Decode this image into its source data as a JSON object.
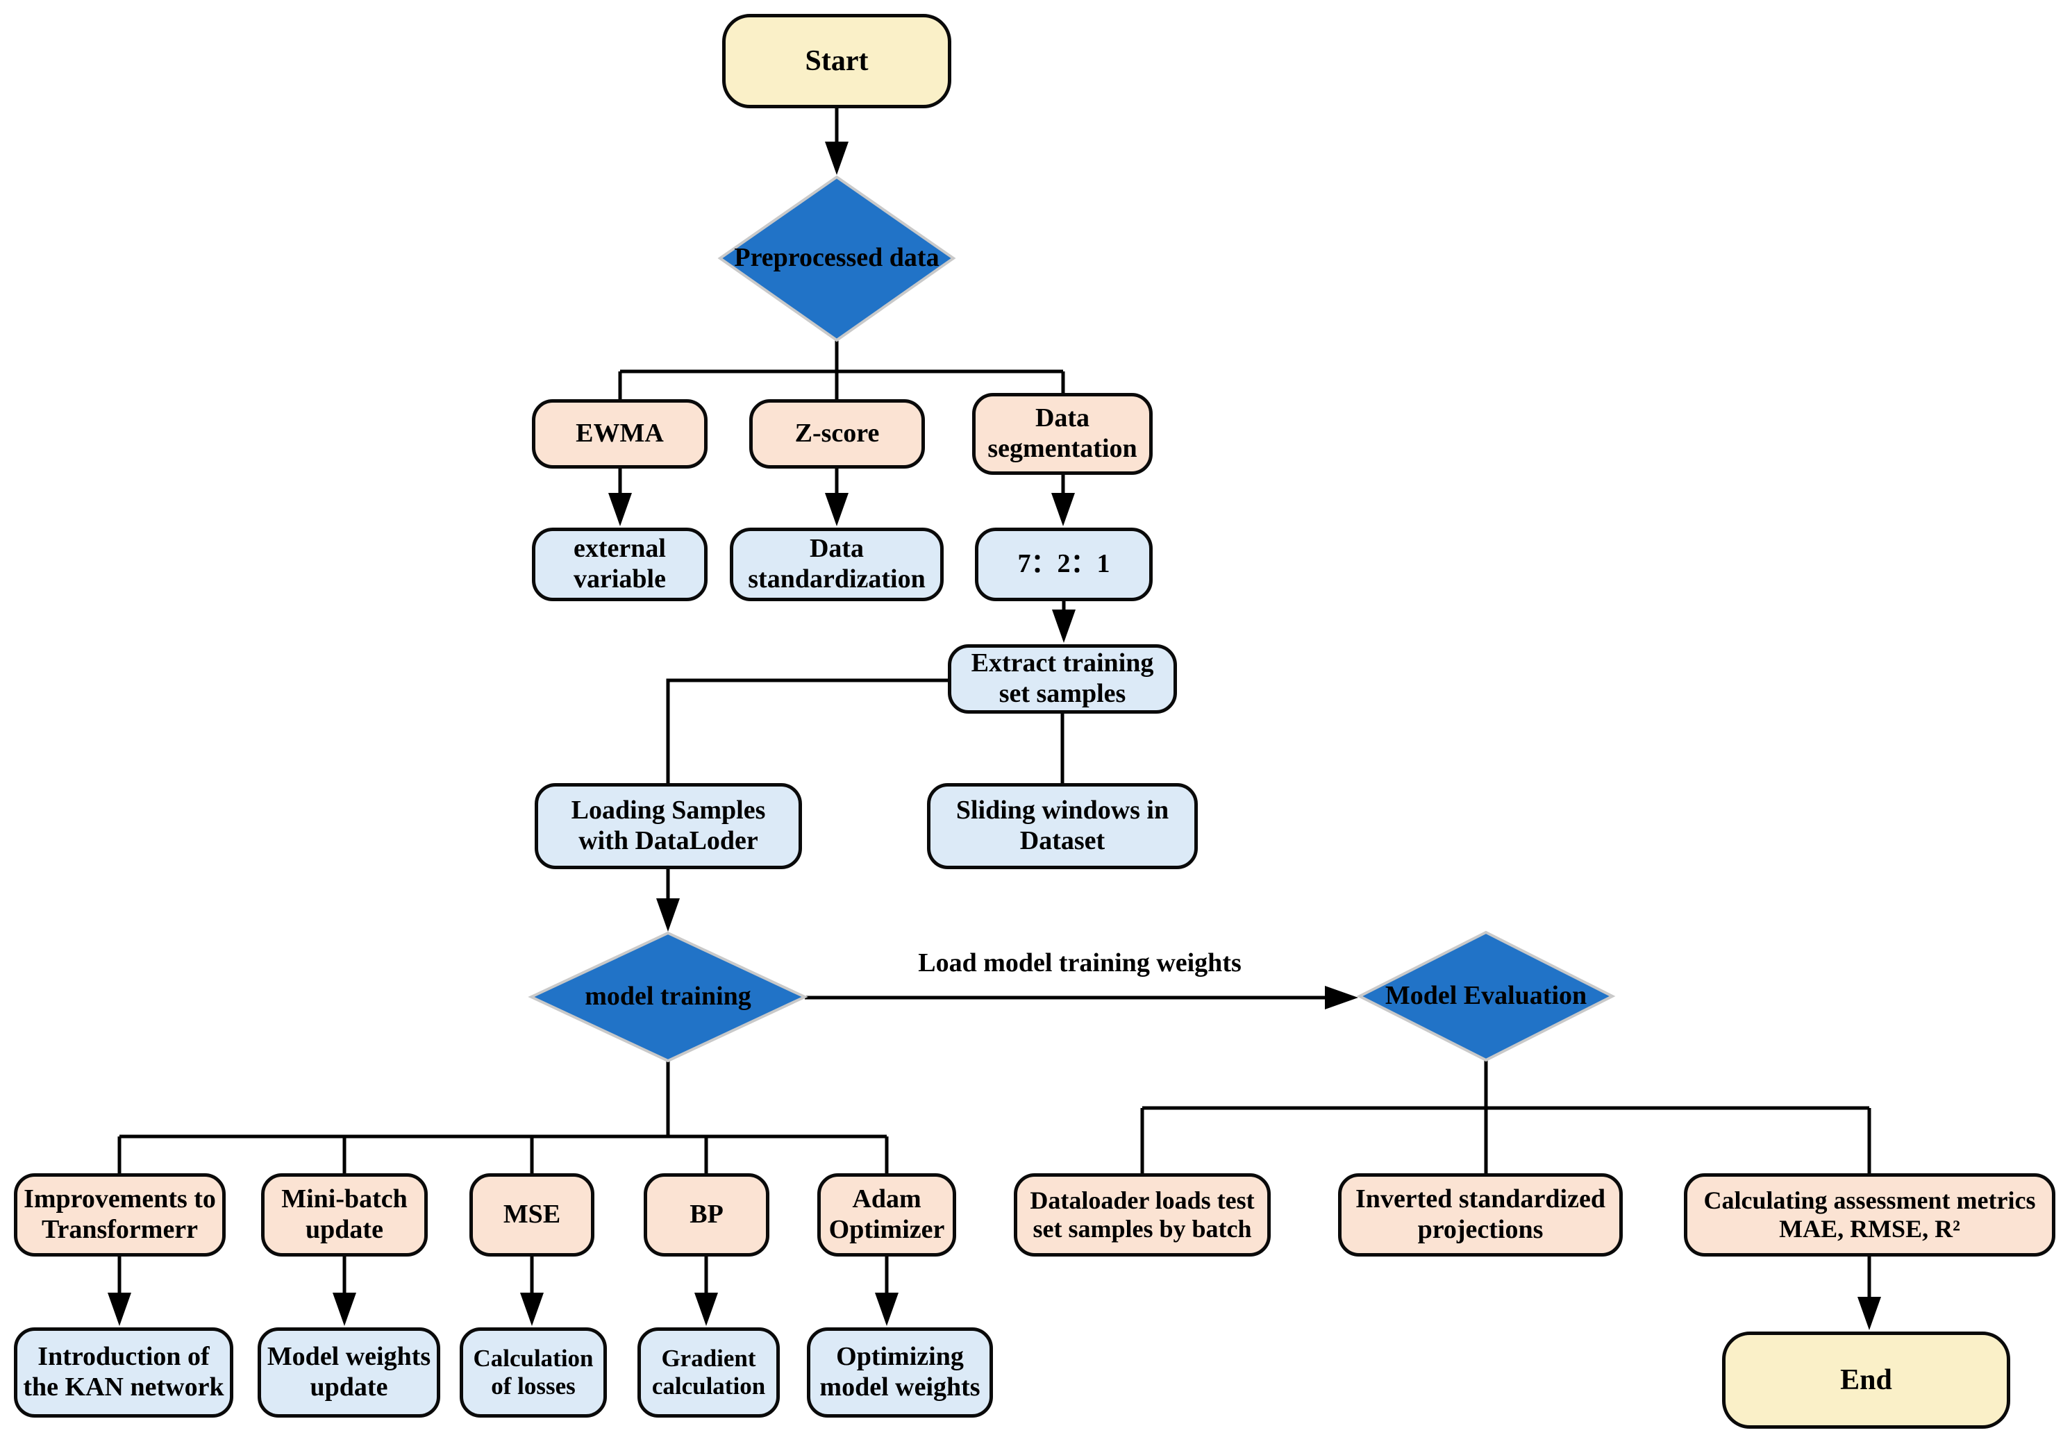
{
  "colors": {
    "terminal_fill": "#faf0c8",
    "process_fill": "#fbe3d3",
    "data_fill": "#dceaf7",
    "decision_fill": "#2173c7",
    "decision_stroke": "#c9c9c9",
    "line_color": "#000000"
  },
  "diagram": {
    "nodes": {
      "start": {
        "label": "Start"
      },
      "preprocessed": {
        "label": "Preprocessed data"
      },
      "ewma": {
        "label": "EWMA"
      },
      "zscore": {
        "label": "Z-score"
      },
      "data_segmentation": {
        "label": "Data segmentation"
      },
      "external_variable": {
        "label": "external variable"
      },
      "data_standardization": {
        "label": "Data standardization"
      },
      "split_ratio": {
        "label": "7：2：1"
      },
      "extract_training": {
        "label": "Extract training set samples"
      },
      "loading_samples": {
        "label": "Loading Samples with DataLoder"
      },
      "sliding_windows": {
        "label": "Sliding windows in Dataset"
      },
      "model_training": {
        "label": "model training"
      },
      "model_evaluation": {
        "label": "Model Evaluation"
      },
      "improvements": {
        "label": "Improvements to Transformerr"
      },
      "mini_batch": {
        "label": "Mini-batch update"
      },
      "mse": {
        "label": "MSE"
      },
      "bp": {
        "label": "BP"
      },
      "adam": {
        "label": "Adam Optimizer"
      },
      "dataloader_test": {
        "label": "Dataloader loads test set samples by batch"
      },
      "inverted_projections": {
        "label": "Inverted standardized projections"
      },
      "assessment_metrics": {
        "label": "Calculating assessment metrics MAE, RMSE, R²"
      },
      "intro_kan": {
        "label": "Introduction of the KAN network"
      },
      "model_weights_update": {
        "label": "Model weights update"
      },
      "calculation_losses": {
        "label": "Calculation of losses"
      },
      "gradient_calculation": {
        "label": "Gradient calculation"
      },
      "optimizing_weights": {
        "label": "Optimizing model weights"
      },
      "end": {
        "label": "End"
      }
    },
    "edge_labels": {
      "load_weights": {
        "label": "Load model training weights"
      }
    }
  }
}
